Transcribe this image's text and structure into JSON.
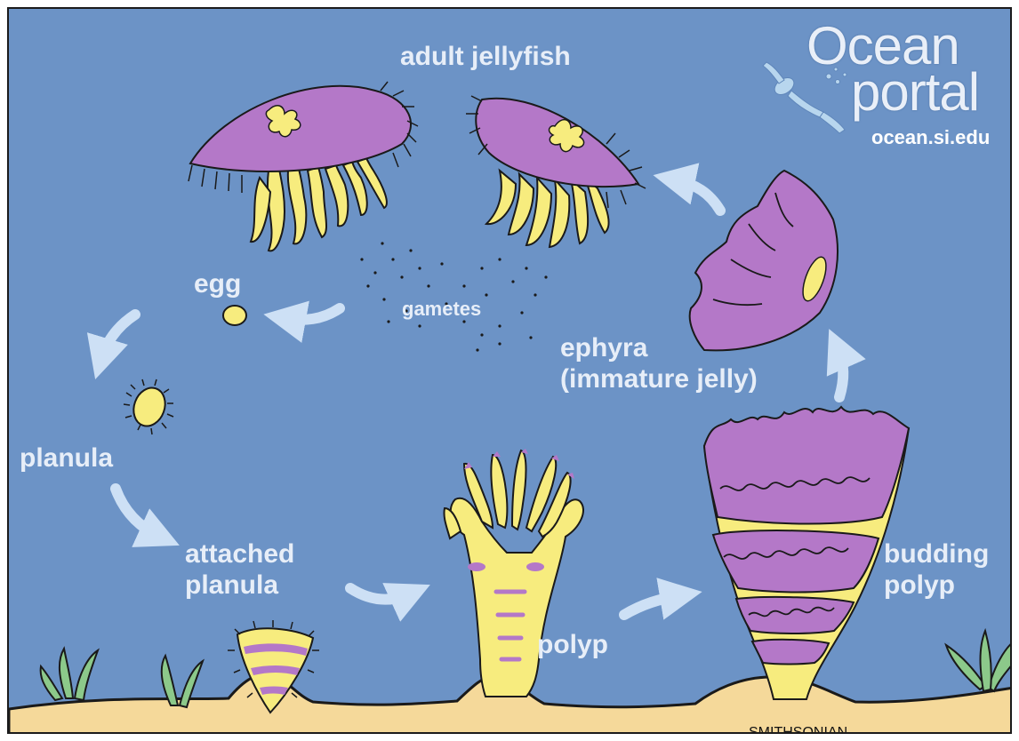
{
  "colors": {
    "ocean": "#6c93c6",
    "sand": "#f5d99a",
    "bell_purple": "#b478c8",
    "tentacle_yellow": "#f7ec7e",
    "arrow": "#cde0f5",
    "seaweed": "#8cc98a"
  },
  "labels": {
    "adult": "adult jellyfish",
    "egg": "egg",
    "gametes": "gametes",
    "planula": "planula",
    "attached": "attached\nplanula",
    "polyp": "polyp",
    "budding": "budding\npolyp",
    "ephyra": "ephyra\n(immature jelly)"
  },
  "logo": {
    "line1": "Ocean",
    "line2": "portal",
    "url": "ocean.si.edu",
    "icon": "scuba-diver-icon"
  },
  "footer": {
    "text": "SMITHSONIAN"
  }
}
